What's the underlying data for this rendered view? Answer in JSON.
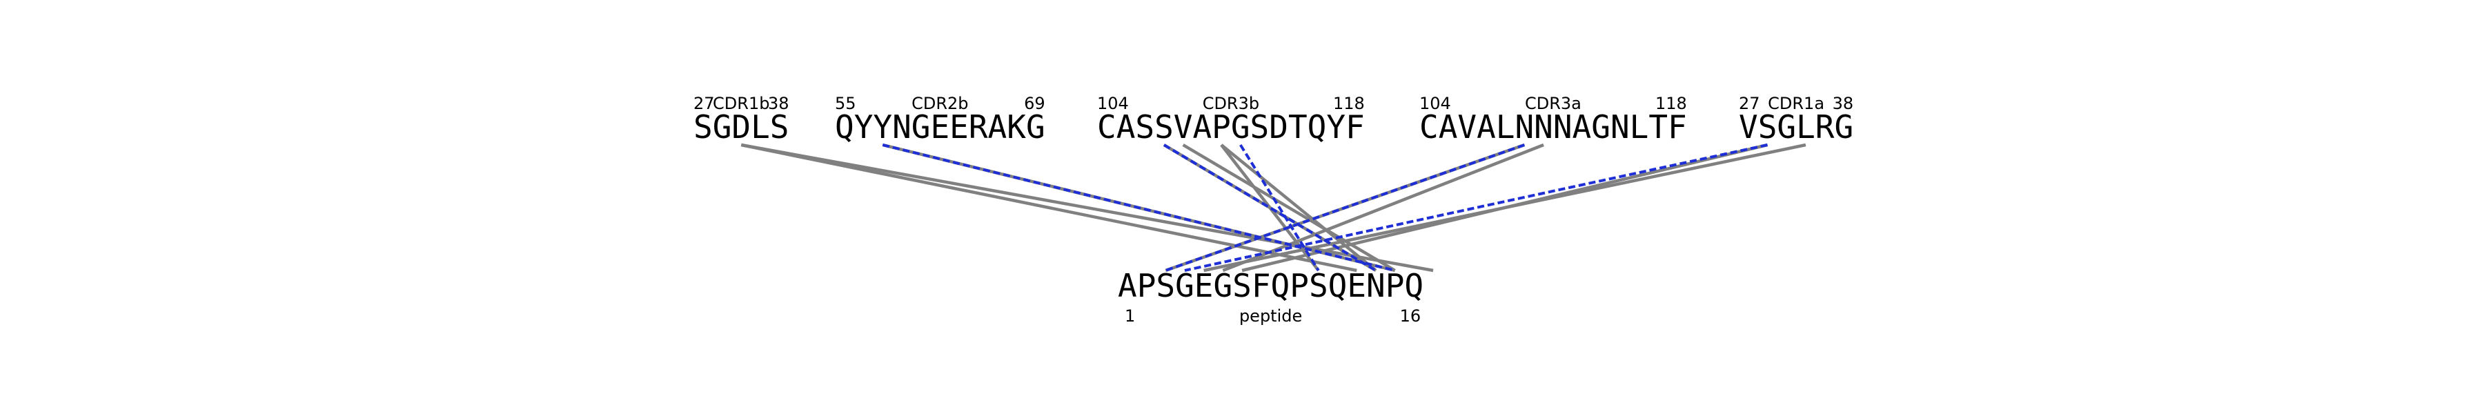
{
  "segments": [
    {
      "name": "CDR1b",
      "sequence": "SGDLS",
      "start": "27",
      "end": "38"
    },
    {
      "name": "CDR2b",
      "sequence": "QYYNGEERAKG",
      "start": "55",
      "end": "69"
    },
    {
      "name": "CDR3b",
      "sequence": "CASSVAPGSDTQYF",
      "start": "104",
      "end": "118"
    },
    {
      "name": "CDR3a",
      "sequence": "CAVALNNNAGNLTF",
      "start": "104",
      "end": "118"
    },
    {
      "name": "CDR1a",
      "sequence": "VSGLRG",
      "start": "27",
      "end": "38"
    }
  ],
  "peptide": {
    "name": "peptide",
    "sequence": "APSGEGSFQPSQENPQ",
    "start": "1",
    "end": "16"
  },
  "contacts": [
    {
      "segment": "CDR1b",
      "residue": 2,
      "peptide_residue": 12,
      "style": "gray"
    },
    {
      "segment": "CDR1b",
      "residue": 2,
      "peptide_residue": 16,
      "style": "gray"
    },
    {
      "segment": "CDR2b",
      "residue": 2,
      "peptide_residue": 14,
      "style": "blue-dashed"
    },
    {
      "segment": "CDR2b",
      "residue": 2,
      "peptide_residue": 14,
      "style": "gray"
    },
    {
      "segment": "CDR3b",
      "residue": 3,
      "peptide_residue": 13,
      "style": "blue-dashed"
    },
    {
      "segment": "CDR3b",
      "residue": 3,
      "peptide_residue": 13,
      "style": "gray"
    },
    {
      "segment": "CDR3b",
      "residue": 4,
      "peptide_residue": 14,
      "style": "gray"
    },
    {
      "segment": "CDR3b",
      "residue": 6,
      "peptide_residue": 10,
      "style": "gray"
    },
    {
      "segment": "CDR3b",
      "residue": 6,
      "peptide_residue": 13,
      "style": "gray"
    },
    {
      "segment": "CDR3b",
      "residue": 7,
      "peptide_residue": 10,
      "style": "blue-dashed"
    },
    {
      "segment": "CDR3a",
      "residue": 5,
      "peptide_residue": 2,
      "style": "blue-dashed"
    },
    {
      "segment": "CDR3a",
      "residue": 5,
      "peptide_residue": 2,
      "style": "gray"
    },
    {
      "segment": "CDR3a",
      "residue": 6,
      "peptide_residue": 5,
      "style": "gray"
    },
    {
      "segment": "CDR1a",
      "residue": 1,
      "peptide_residue": 3,
      "style": "blue-dashed"
    },
    {
      "segment": "CDR1a",
      "residue": 1,
      "peptide_residue": 6,
      "style": "gray"
    },
    {
      "segment": "CDR1a",
      "residue": 3,
      "peptide_residue": 4,
      "style": "gray"
    }
  ],
  "colors": {
    "gray": "#808080",
    "blue": "#1f2fd6",
    "text": "#000000"
  }
}
